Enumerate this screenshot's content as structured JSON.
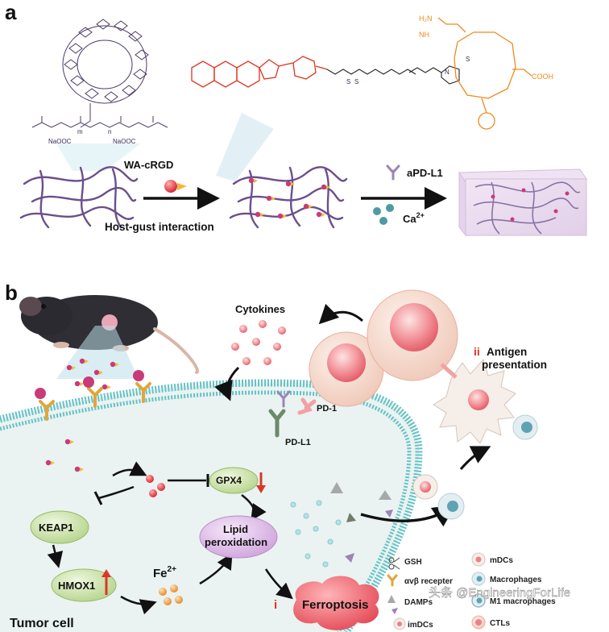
{
  "panel_a": {
    "label": "a",
    "wa_crgd": "WA-cRGD",
    "host_guest": "Host-gust interaction",
    "apdl1": "aPD-L1",
    "ca": "Ca",
    "ca_sup": "2+",
    "chem_cooh": "COOH",
    "chem_h2n": "H₂N",
    "chem_nh": "NH",
    "chem_s1": "S",
    "chem_s2": "S",
    "chem_s3": "S",
    "chem_n": "N",
    "chem_naooc1": "NaOOC",
    "chem_naooc2": "NaOOC",
    "chem_m": "m",
    "chem_n2": "n"
  },
  "panel_b": {
    "label": "b",
    "cytokines": "Cytokines",
    "antigen_num": "ii",
    "antigen_1": "Antigen",
    "antigen_2": "presentation",
    "pd1": "PD-1",
    "pdl1": "PD-L1",
    "gpx4": "GPX4",
    "keap1": "KEAP1",
    "hmox1": "HMOX1",
    "fe": "Fe",
    "fe_sup": "2+",
    "lipid_1": "Lipid",
    "lipid_2": "peroxidation",
    "ferro_num": "i",
    "ferroptosis": "Ferroptosis",
    "tumor_cell": "Tumor cell"
  },
  "legend": {
    "gsh": "GSH",
    "avb": "αvβ recepter",
    "damps": "DAMPs",
    "imdcs": "imDCs",
    "mdcs": "mDCs",
    "macrophages": "Macrophages",
    "m1": "M1 macrophages",
    "ctls": "CTLs"
  },
  "watermark": "头条 @EngineeringForLife",
  "colors": {
    "polymer": "#6b4f8c",
    "drug_red": "#e0341e",
    "peptide_orange": "#ef8a1c",
    "keap1_green": "#c9e0a8",
    "lipid_purple": "#d9b7e2",
    "ferro_red": "#ee5a64",
    "cell_fill": "#eaf3f1"
  }
}
